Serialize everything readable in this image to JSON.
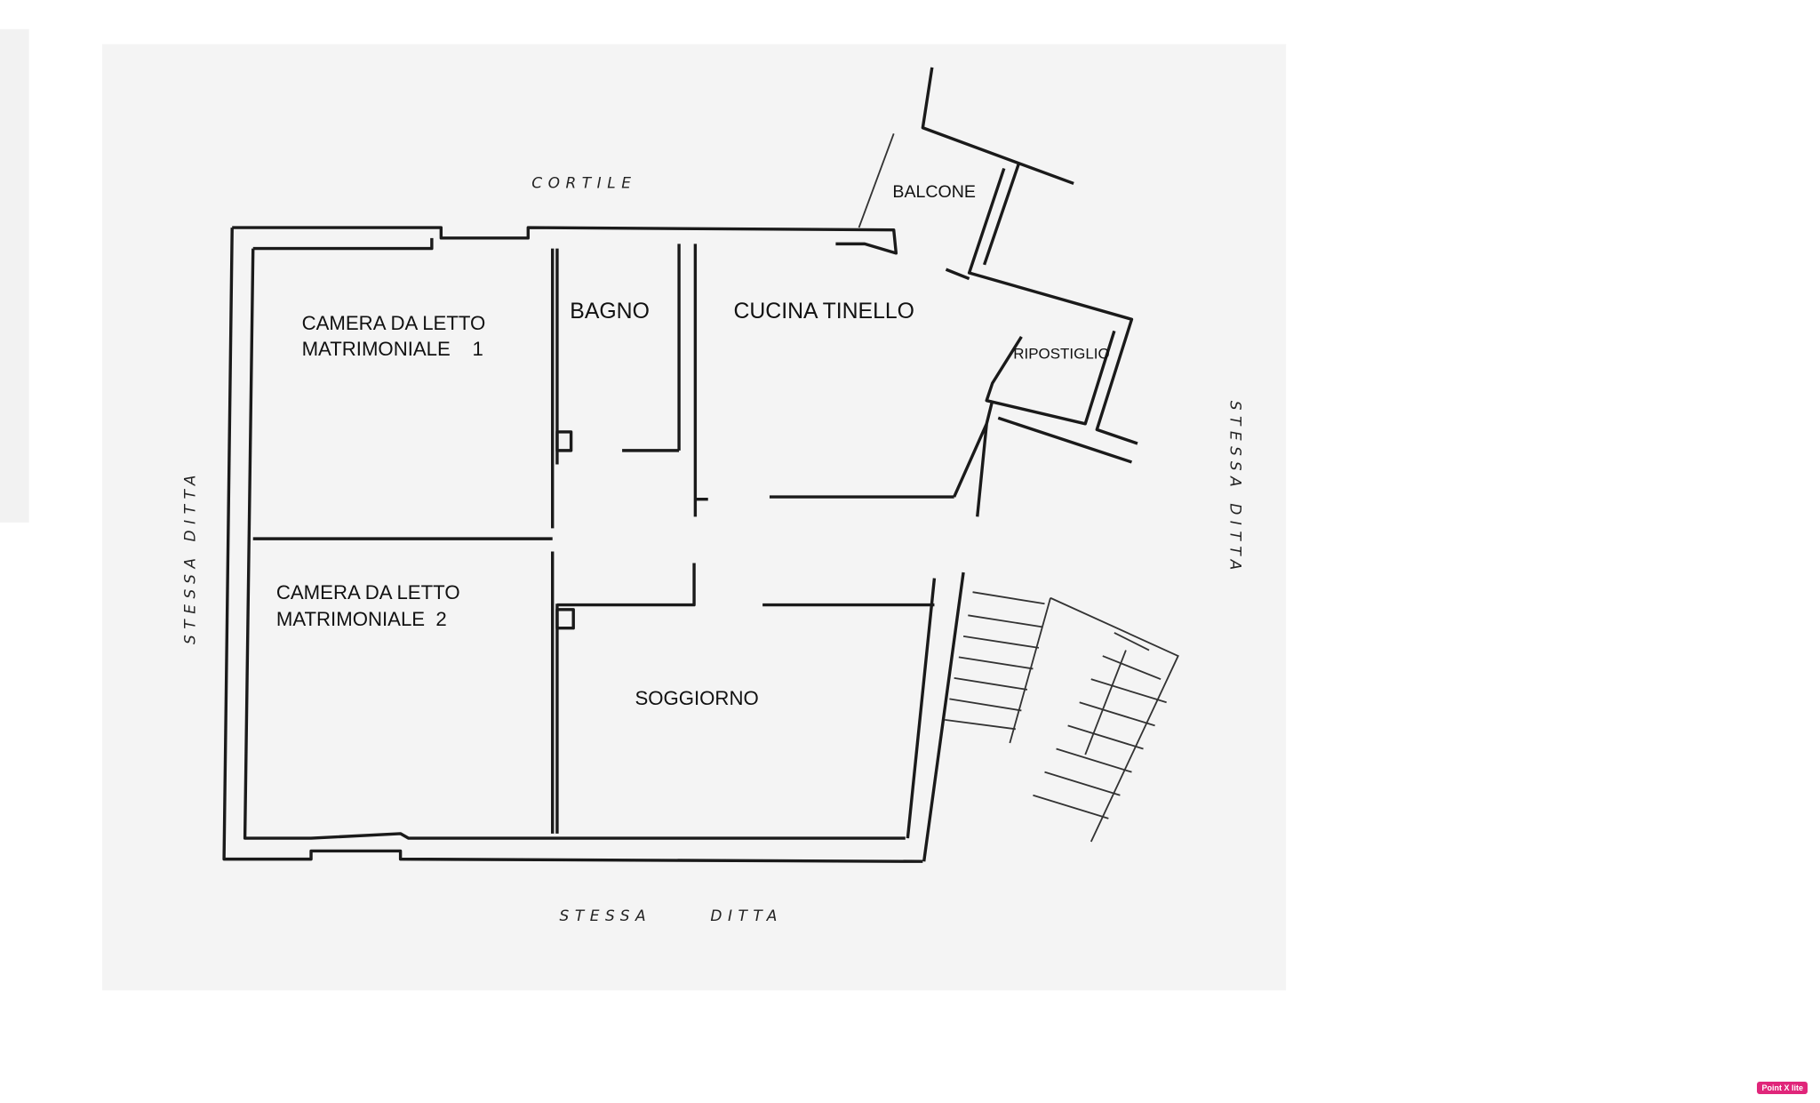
{
  "plan": {
    "surroundings": {
      "top": "CORTILE",
      "bottom_left": "STESSA",
      "bottom_right": "DITTA",
      "left": "STESSA DITTA",
      "right": "STESSA DITTA"
    },
    "rooms": {
      "bedroom1_line1": "CAMERA DA LETTO",
      "bedroom1_line2": "MATRIMONIALE    1",
      "bedroom2_line1": "CAMERA DA LETTO",
      "bedroom2_line2": "MATRIMONIALE  2",
      "bathroom": "BAGNO",
      "kitchen": "CUCINA TINELLO",
      "balcony": "BALCONE",
      "storage": "RIPOSTIGLIO",
      "living": "SOGGIORNO"
    }
  },
  "badge": "Point X lite",
  "colors": {
    "paper": "#f4f4f4",
    "ink": "#1a1a1a",
    "badge": "#e0267a"
  }
}
